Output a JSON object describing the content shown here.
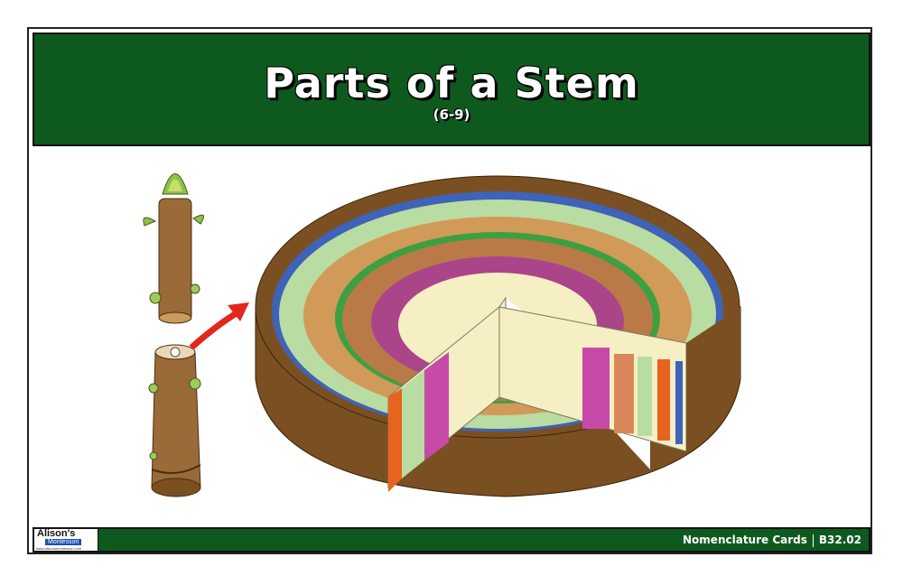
{
  "header": {
    "title": "Parts of a Stem",
    "subtitle": "(6-9)"
  },
  "footer": {
    "logo_name": "Alison's",
    "logo_sub": "Montessori",
    "logo_url": "www.alisonsmontessori.com",
    "series": "Nomenclature Cards",
    "code": "B32.02"
  },
  "colors": {
    "header_green": "#0e5a1e",
    "bark": "#7a5022",
    "epidermis_blue": "#3e63b8",
    "cortex_green": "#b9dca2",
    "orange": "#e8641e",
    "purple": "#a8389a",
    "pith": "#f6efc4",
    "arrow_red": "#e0281c"
  }
}
